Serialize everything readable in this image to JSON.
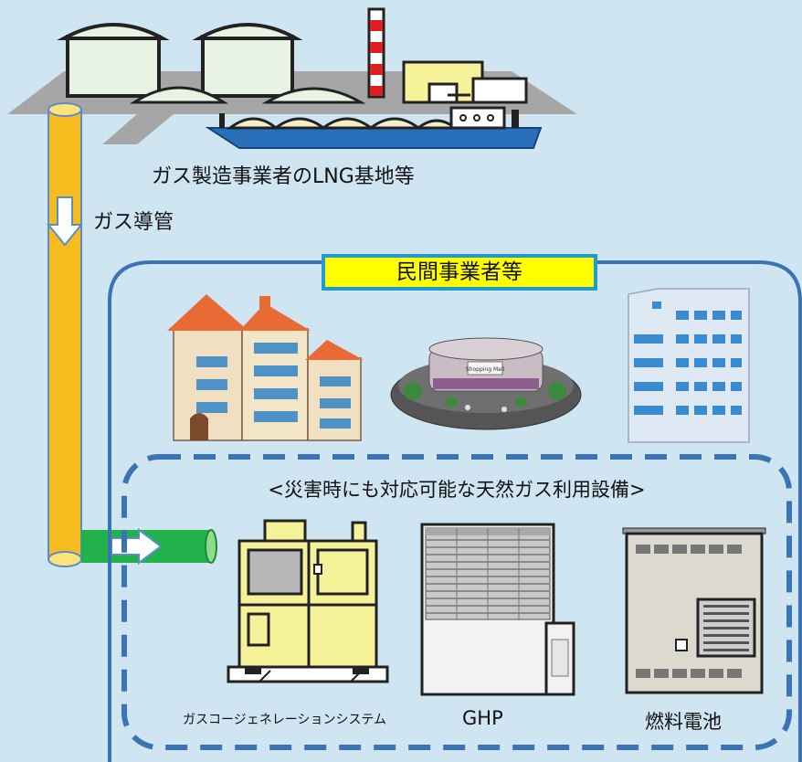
{
  "labels": {
    "lng_base": "ガス製造事業者のLNG基地等",
    "gas_pipe": "ガス導管",
    "private_operators": "民間事業者等",
    "equipment_title": "<災害時にも対応可能な天然ガス利用設備>",
    "cogeneration": "ガスコージェネレーションシステム",
    "ghp": "GHP",
    "fuel_cell": "燃料電池",
    "mall_sign": "Shopping Mall"
  },
  "colors": {
    "background": "#cfe5f2",
    "pipe": "#f6bb1e",
    "branch_pipe": "#22b24c",
    "frame_border": "#3a74b4",
    "label_box_fill": "#ffff00",
    "label_box_border": "#1f9bd0",
    "ship": "#2a6fba",
    "ground": "#a6a6a6",
    "cogeneration": "#f6f29a",
    "building_roof": "#e86b35"
  }
}
